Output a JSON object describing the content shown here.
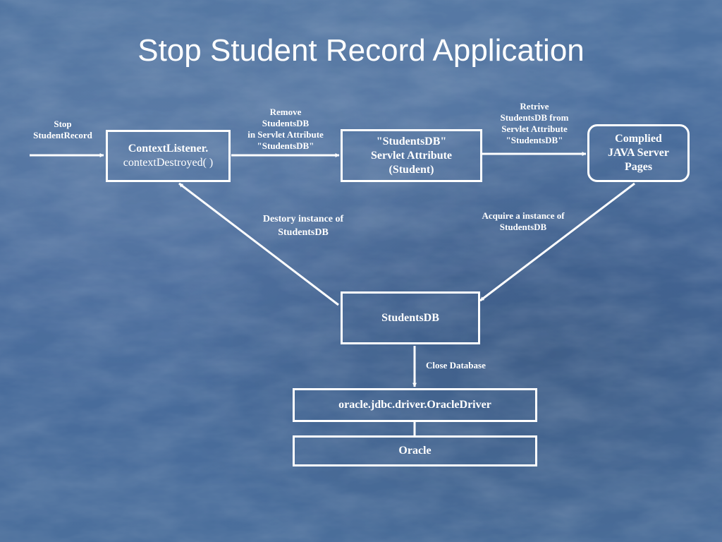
{
  "title": "Stop Student Record Application",
  "boxes": {
    "context_listener": {
      "line1": "ContextListener.",
      "line2": "contextDestroyed( )"
    },
    "servlet_attribute": {
      "line1": "\"StudentsDB\"",
      "line2": "Servlet Attribute",
      "line3": "(Student)"
    },
    "jsp": {
      "line1": "Complied",
      "line2": "JAVA Server",
      "line3": "Pages"
    },
    "students_db": "StudentsDB",
    "oracle_driver": "oracle.jdbc.driver.OracleDriver",
    "oracle": "Oracle"
  },
  "labels": {
    "stop": [
      "Stop",
      "StudentRecord"
    ],
    "remove": [
      "Remove",
      "StudentsDB",
      "in Servlet Attribute",
      "\"StudentsDB\""
    ],
    "retrive": [
      "Retrive",
      "StudentsDB from",
      "Servlet Attribute",
      "\"StudentsDB\""
    ],
    "destory": [
      "Destory instance of",
      "StudentsDB"
    ],
    "acquire": [
      "Acquire a instance of",
      "StudentsDB"
    ],
    "close_db": "Close Database"
  },
  "colors": {
    "background": "#4a6d97",
    "foreground": "#ffffff"
  }
}
